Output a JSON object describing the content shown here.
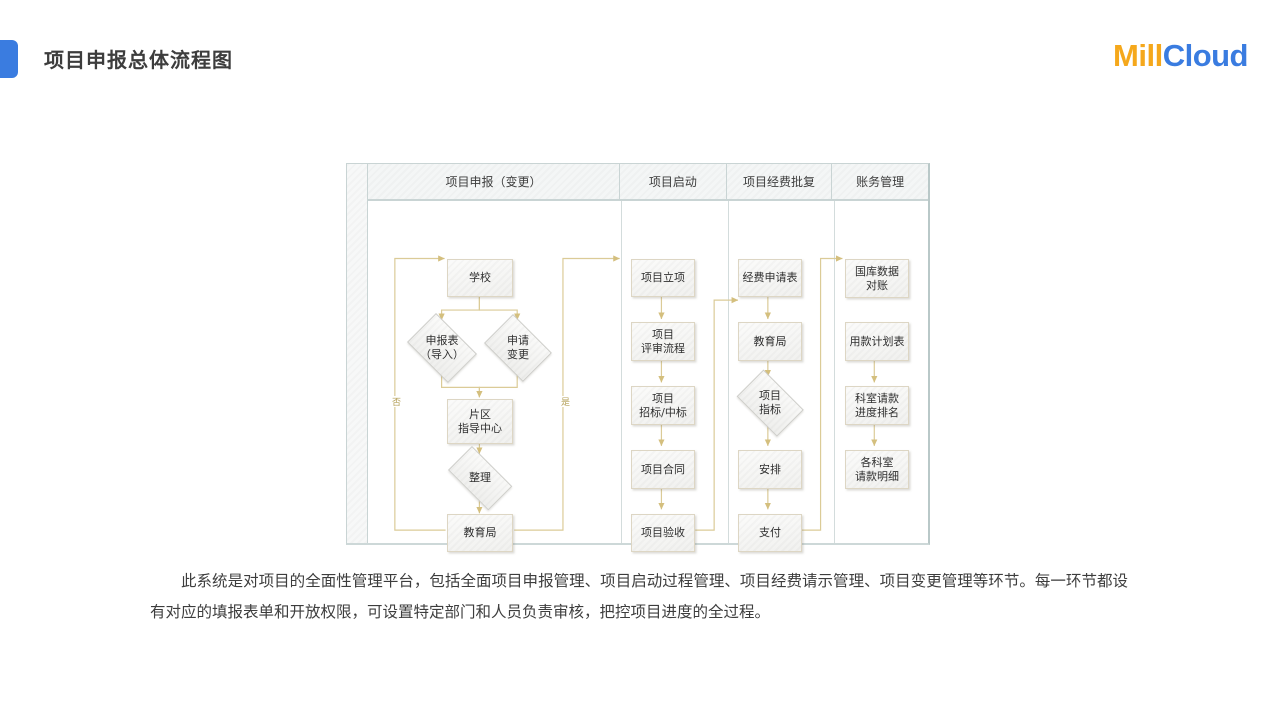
{
  "header": {
    "title": "项目申报总体流程图",
    "logo": {
      "part1": "Mill",
      "part2": "Cloud",
      "color1": "#f5a81c",
      "color2": "#3a7ce0"
    },
    "accent_color": "#3a7ce0"
  },
  "flowchart": {
    "columns": [
      {
        "header": "项目申报（变更）"
      },
      {
        "header": "项目启动"
      },
      {
        "header": "项目经费批复"
      },
      {
        "header": "账务管理"
      }
    ],
    "nodes": {
      "c1_school": "学校",
      "c1_form": "申报表\n（导入）",
      "c1_change": "申请\n变更",
      "c1_center": "片区\n指导中心",
      "c1_sort": "整理",
      "c1_bureau": "教育局",
      "c2_setup": "项目立项",
      "c2_review": "项目\n评审流程",
      "c2_bid": "项目\n招标/中标",
      "c2_contract": "项目合同",
      "c2_accept": "项目验收",
      "c3_apply": "经费申请表",
      "c3_bureau": "教育局",
      "c3_index": "项目\n指标",
      "c3_arrange": "安排",
      "c3_pay": "支付",
      "c4_treasury": "国库数据\n对账",
      "c4_plan": "用款计划表",
      "c4_rank": "科室请款\n进度排名",
      "c4_detail": "各科室\n请款明细"
    },
    "edge_labels": {
      "no": "否",
      "yes": "是"
    },
    "line_color": "#d9c891"
  },
  "description": "此系统是对项目的全面性管理平台，包括全面项目申报管理、项目启动过程管理、项目经费请示管理、项目变更管理等环节。每一环节都设有对应的填报表单和开放权限，可设置特定部门和人员负责审核，把控项目进度的全过程。"
}
